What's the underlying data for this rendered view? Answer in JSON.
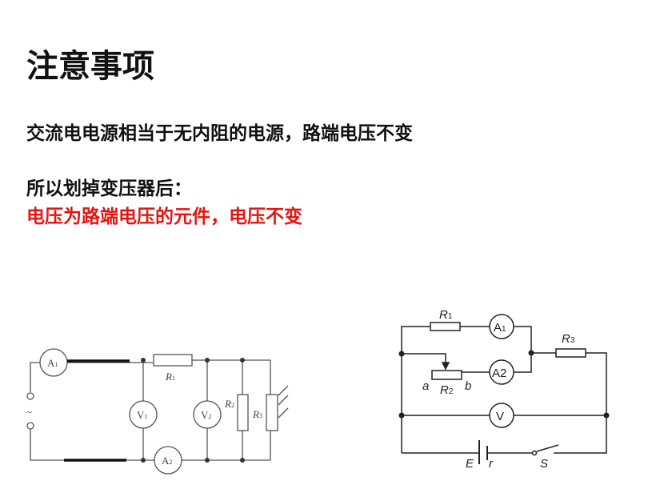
{
  "title": "注意事项",
  "lines": {
    "line1": "交流电电源相当于无内阻的电源，路端电压不变",
    "line2": "所以划掉变压器后：",
    "line3": "电压为路端电压的元件，电压不变"
  },
  "colors": {
    "highlight": "#e8130f"
  },
  "circuit_left": {
    "A1": "A",
    "A1_sub": "1",
    "A2": "A",
    "A2_sub": "2",
    "V1": "V",
    "V1_sub": "1",
    "V2": "V",
    "V2_sub": "2",
    "R1": "R",
    "R1_sub": "1",
    "R2": "R",
    "R2_sub": "2",
    "R3": "R",
    "R3_sub": "3",
    "ac": "~"
  },
  "circuit_right": {
    "R1": "R",
    "R1_sub": "1",
    "A1": "A",
    "A1_sub": "1",
    "R3": "R",
    "R3_sub": "3",
    "A2": "A2",
    "a": "a",
    "R2": "R",
    "R2_sub": "2",
    "b": "b",
    "V": "V",
    "E": "E",
    "r": "r",
    "S": "S"
  }
}
